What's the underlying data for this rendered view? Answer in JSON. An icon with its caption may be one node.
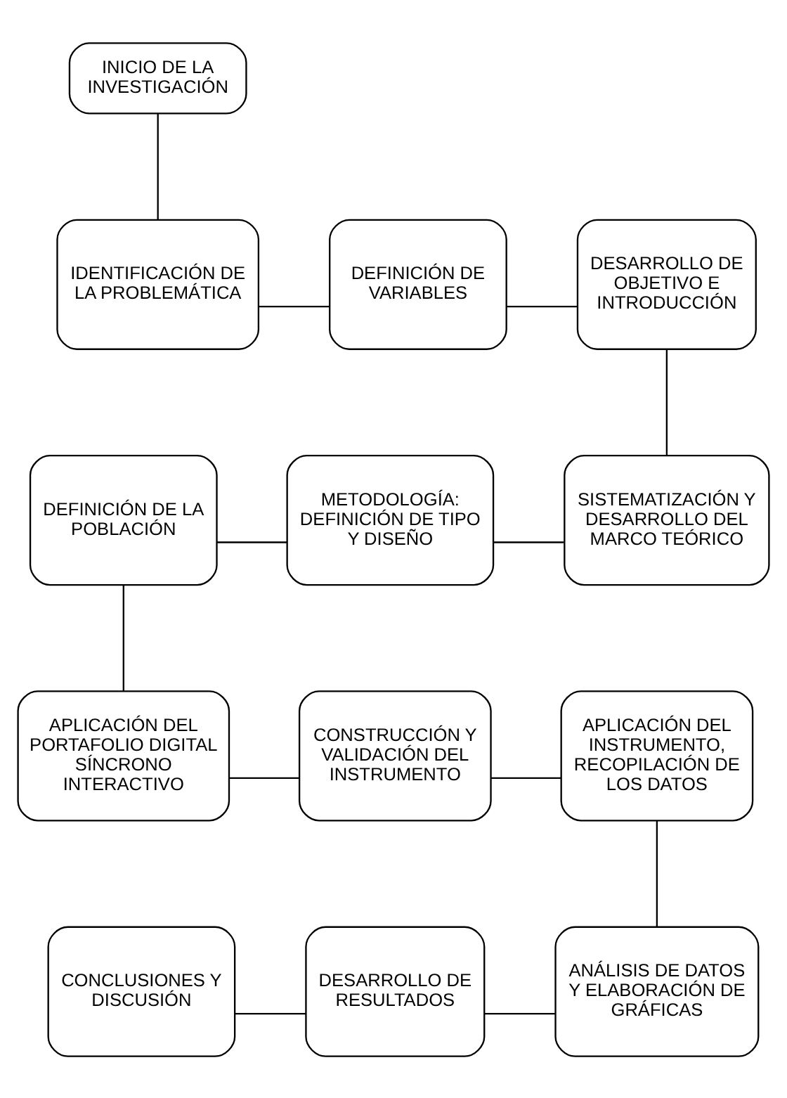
{
  "diagram": {
    "nodes": [
      {
        "text": [
          "INICIO DE LA INVESTIGACIÓN"
        ]
      },
      {
        "text": [
          "IDENTIFICACIÓN DE LA PROBLEMÁTICA"
        ]
      },
      {
        "text": [
          "DEFINICIÓN DE VARIABLES"
        ]
      },
      {
        "text": [
          "DESARROLLO DE OBJETIVO E INTRODUCCIÓN"
        ]
      },
      {
        "text": [
          "DEFINICIÓN DE LA POBLACIÓN"
        ]
      },
      {
        "text": [
          "METODOLOGÍA: DEFINICIÓN DE TIPO Y DISEÑO"
        ]
      },
      {
        "text": [
          "SISTEMATIZACIÓN Y DESARROLLO DEL MARCO TEÓRICO"
        ]
      },
      {
        "text": [
          "APLICACIÓN DEL PORTAFOLIO DIGITAL SÍNCRONO INTERACTIVO"
        ]
      },
      {
        "text": [
          "CONSTRUCCIÓN Y VALIDACIÓN DEL INSTRUMENTO"
        ]
      },
      {
        "text": [
          "APLICACIÓN DEL INSTRUMENTO, RECOPILACIÓN DE LOS DATOS"
        ]
      },
      {
        "text": [
          "CONCLUSIONES Y DISCUSIÓN"
        ]
      },
      {
        "text": [
          "DESARROLLO DE RESULTADOS"
        ]
      },
      {
        "text": [
          "ANÁLISIS DE DATOS Y ELABORACIÓN DE GRÁFICAS"
        ]
      }
    ],
    "edges": [
      {
        "from": 0,
        "to": 1,
        "arrow": "none"
      },
      {
        "from": 1,
        "to": 2,
        "arrow": "none"
      },
      {
        "from": 2,
        "to": 3,
        "arrow": "none"
      },
      {
        "from": 3,
        "to": 6,
        "arrow": "none"
      },
      {
        "from": 6,
        "to": 5,
        "arrow": "none"
      },
      {
        "from": 5,
        "to": 4,
        "arrow": "none"
      },
      {
        "from": 4,
        "to": 7,
        "arrow": "none"
      },
      {
        "from": 7,
        "to": 8,
        "arrow": "none"
      },
      {
        "from": 8,
        "to": 9,
        "arrow": "none"
      },
      {
        "from": 9,
        "to": 12,
        "arrow": "none"
      },
      {
        "from": 12,
        "to": 11,
        "arrow": "none"
      },
      {
        "from": 11,
        "to": 10,
        "arrow": "none"
      }
    ]
  }
}
